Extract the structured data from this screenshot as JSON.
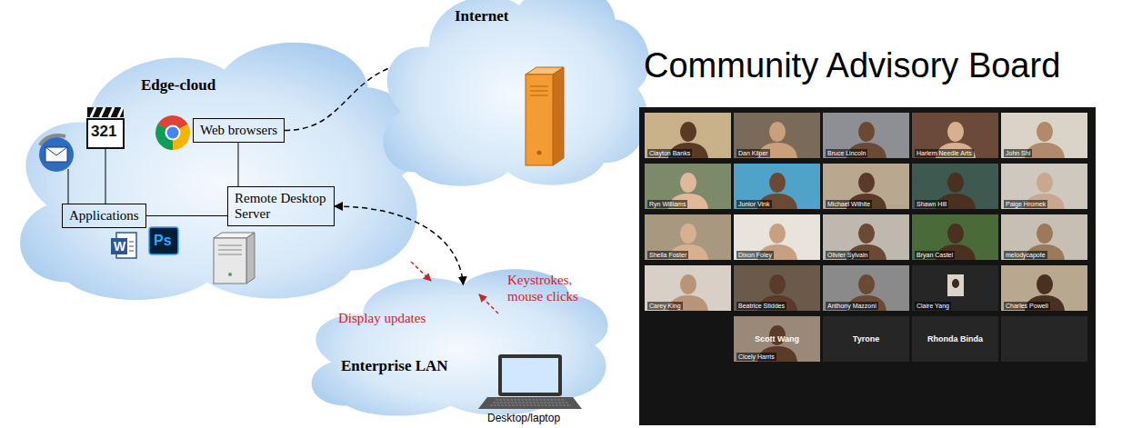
{
  "diagram": {
    "nodes": [
      {
        "text": [
          "Edge-cloud"
        ]
      },
      {
        "text": [
          "Web browsers"
        ],
        "in": 0
      },
      {
        "text": [
          "Applications"
        ],
        "in": 0
      },
      {
        "text": [
          "Remote Desktop Server"
        ],
        "in": 0
      },
      {
        "text": [
          "Internet"
        ]
      },
      {
        "text": [
          "Enterprise LAN"
        ]
      }
    ],
    "edges": [
      {
        "from": 1,
        "to": 4,
        "arrow": "none"
      },
      {
        "from": 3,
        "to": 5,
        "arrow": "both"
      },
      {
        "from": 2,
        "to": 3,
        "arrow": "none"
      },
      {
        "from": 1,
        "to": 3,
        "arrow": "none"
      }
    ],
    "labels": [
      "Display updates",
      "Keystrokes, mouse clicks",
      "Desktop/laptop",
      "321",
      "W",
      "Ps",
      "Community Advisory Board",
      "Clayton Banks",
      "Dan Kilper",
      "Bruce Lincoln",
      "Harlem Needle Arts",
      "John Shi",
      "Ryn Williams",
      "Junior Vink",
      "Michael Wilhite",
      "Shawn Hill",
      "Paige Hromek",
      "Sheila Foster",
      "Dixon Foley",
      "Olivier Sylvain",
      "Bryan Castel",
      "melodycapote",
      "Carey King",
      "Beatrice Stiddes",
      "Anthony Mazzoni",
      "Claire Yang",
      "Charles Powell",
      "Cicely Harris",
      "Scott Wang",
      "Tyrone",
      "Rhonda Binda"
    ]
  }
}
